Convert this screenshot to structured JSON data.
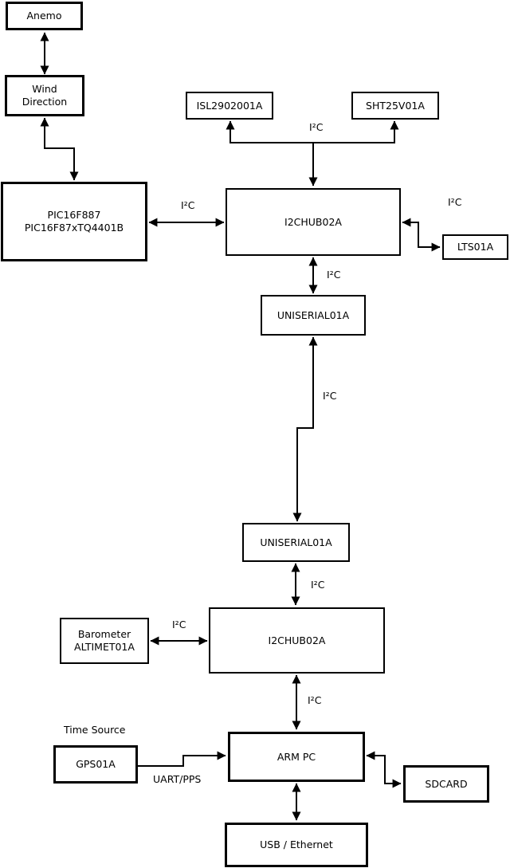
{
  "boxes": {
    "anemo": {
      "label": "Anemo"
    },
    "wind_direction": {
      "label": "Wind\nDirection"
    },
    "pic": {
      "label": "PIC16F887\nPIC16F87xTQ4401B"
    },
    "isl": {
      "label": "ISL2902001A"
    },
    "sht": {
      "label": "SHT25V01A"
    },
    "hub1": {
      "label": "I2CHUB02A"
    },
    "lts": {
      "label": "LTS01A"
    },
    "uniserial1": {
      "label": "UNISERIAL01A"
    },
    "uniserial2": {
      "label": "UNISERIAL01A"
    },
    "barometer": {
      "label": "Barometer\nALTIMET01A"
    },
    "hub2": {
      "label": "I2CHUB02A"
    },
    "gps": {
      "label": "GPS01A"
    },
    "arm_pc": {
      "label": "ARM PC"
    },
    "sdcard": {
      "label": "SDCARD"
    },
    "usb_ethernet": {
      "label": "USB / Ethernet"
    }
  },
  "labels": {
    "i2c": "I²C",
    "time_source": "Time Source",
    "uart_pps": "UART/PPS"
  },
  "colors": {
    "line": "#000000",
    "background": "#ffffff",
    "text": "#000000"
  }
}
